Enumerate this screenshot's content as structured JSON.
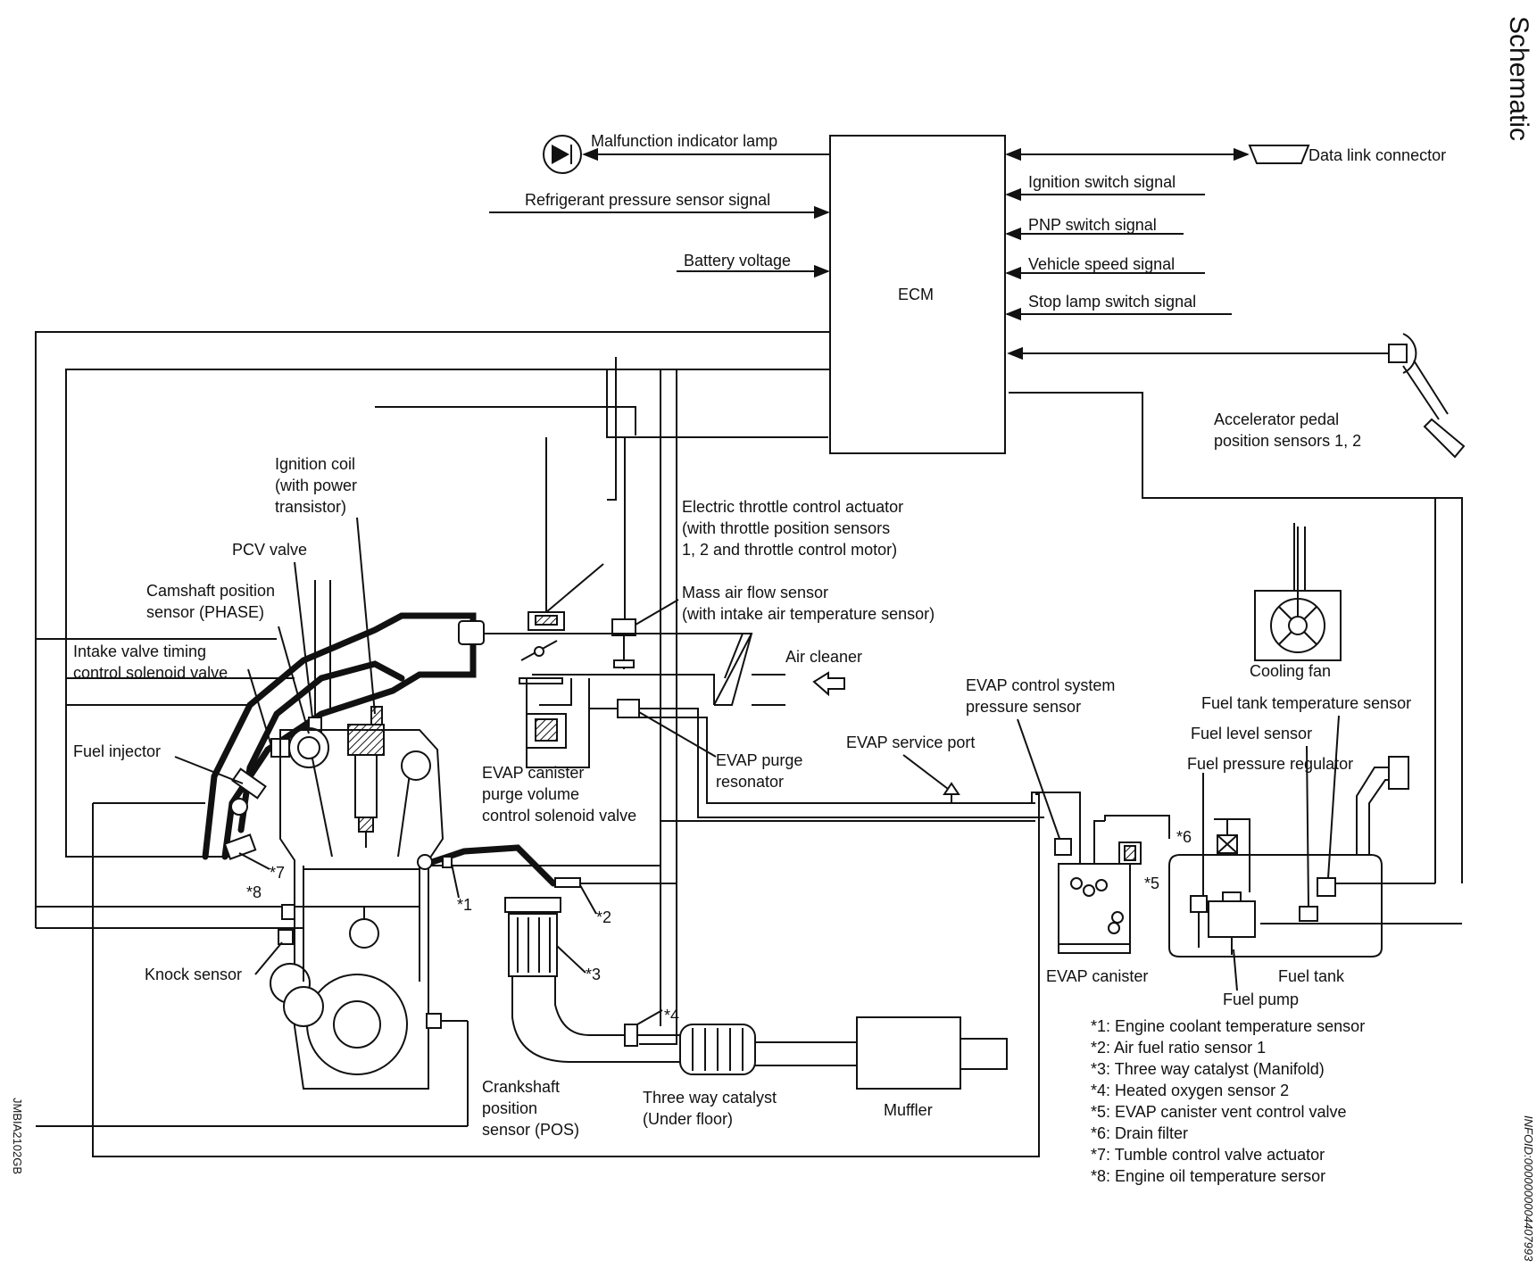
{
  "title": "Schematic",
  "doc_code": "JMBIA2102GB",
  "info_code": "INFOID:0000000004407993",
  "ecm": "ECM",
  "signals": {
    "mil": "Malfunction indicator lamp",
    "refrigerant": "Refrigerant pressure sensor signal",
    "battery": "Battery voltage",
    "data_link": "Data link connector",
    "ignition_switch": "Ignition switch signal",
    "pnp": "PNP switch signal",
    "vehicle_speed": "Vehicle speed signal",
    "stop_lamp": "Stop lamp switch signal"
  },
  "components": {
    "accel_pedal": [
      "Accelerator pedal",
      "position sensors 1, 2"
    ],
    "ignition_coil": [
      "Ignition coil",
      "(with power",
      "transistor)"
    ],
    "pcv": "PCV valve",
    "camshaft": [
      "Camshaft position",
      "sensor (PHASE)"
    ],
    "ivt": [
      "Intake valve timing",
      "control solenoid valve"
    ],
    "fuel_injector": "Fuel injector",
    "etc": [
      "Electric throttle control actuator",
      "(with throttle position sensors",
      "1, 2 and throttle control motor)"
    ],
    "maf": [
      "Mass air flow sensor",
      "(with intake air temperature sensor)"
    ],
    "air_cleaner": "Air cleaner",
    "cooling_fan": "Cooling fan",
    "evap_pressure": [
      "EVAP control system",
      "pressure sensor"
    ],
    "fuel_tank_temp": "Fuel tank temperature sensor",
    "fuel_level": "Fuel level sensor",
    "evap_service": "EVAP service port",
    "fuel_pressure_reg": "Fuel pressure regulator",
    "evap_purge_solenoid": [
      "EVAP canister",
      "purge volume",
      "control solenoid valve"
    ],
    "evap_resonator": [
      "EVAP purge",
      "resonator"
    ],
    "knock": "Knock sensor",
    "crankshaft": [
      "Crankshaft",
      "position",
      "sensor (POS)"
    ],
    "twc_floor": [
      "Three way catalyst",
      "(Under floor)"
    ],
    "muffler": "Muffler",
    "evap_canister": "EVAP canister",
    "fuel_tank": "Fuel tank",
    "fuel_pump": "Fuel pump"
  },
  "markers": {
    "m1": "*1",
    "m2": "*2",
    "m3": "*3",
    "m4": "*4",
    "m5": "*5",
    "m6": "*6",
    "m7": "*7",
    "m8": "*8"
  },
  "legend": [
    "*1: Engine coolant temperature sensor",
    "*2: Air fuel ratio sensor 1",
    "*3: Three way catalyst (Manifold)",
    "*4: Heated oxygen sensor 2",
    "*5: EVAP canister vent control valve",
    "*6: Drain filter",
    "*7: Tumble control valve actuator",
    "*8: Engine oil temperature sersor"
  ]
}
